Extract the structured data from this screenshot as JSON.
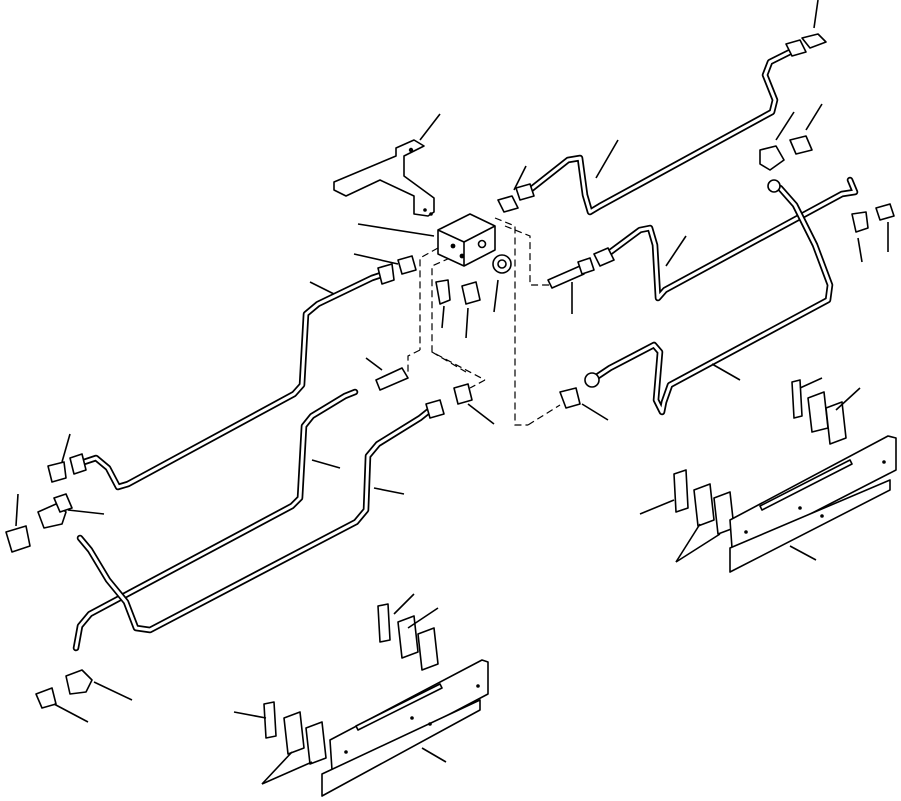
{
  "diagram": {
    "kind": "exploded-parts-view",
    "colors": {
      "ink": "#000000",
      "paper": "#ffffff"
    },
    "components": [
      "mounting-bracket",
      "valve-block",
      "hydraulic-tube",
      "straight-fitting",
      "elbow-fitting",
      "clamp-plate",
      "clamp-half",
      "tube-holder-rail"
    ]
  }
}
